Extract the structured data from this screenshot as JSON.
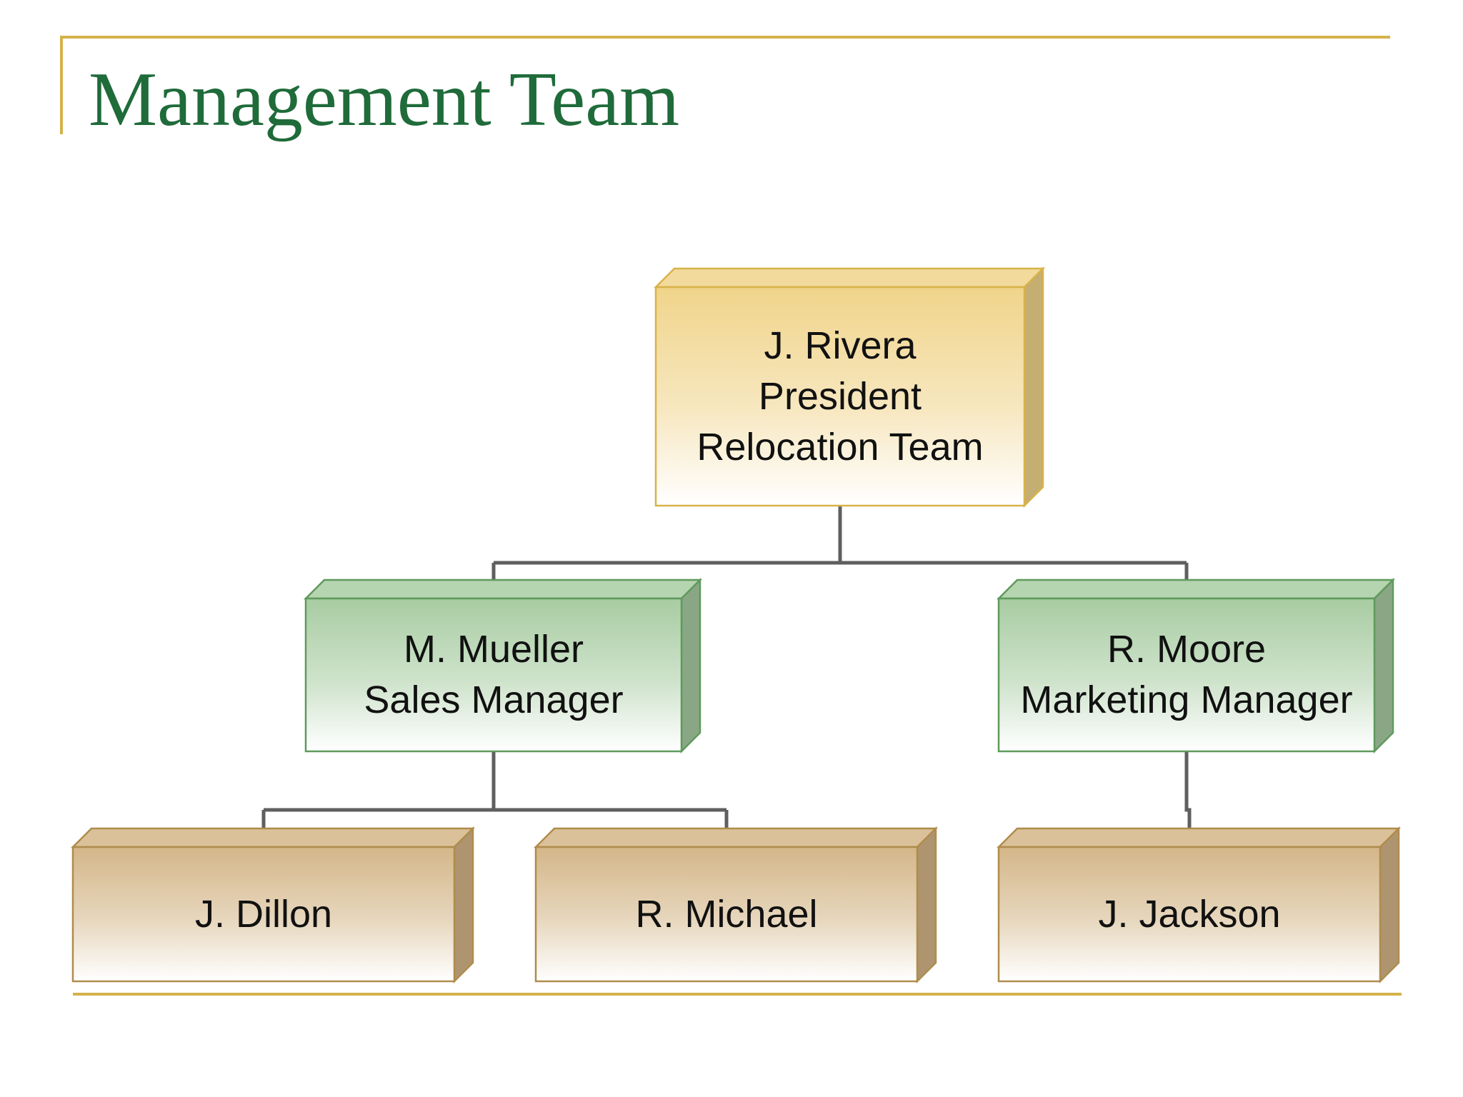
{
  "slide": {
    "title": "Management Team"
  },
  "org_chart": {
    "nodes": [
      {
        "id": "rivera",
        "lines": [
          "J. Rivera",
          "President",
          "Relocation Team"
        ],
        "level": "top"
      },
      {
        "id": "mueller",
        "lines": [
          "M. Mueller",
          "Sales Manager"
        ],
        "level": "middle"
      },
      {
        "id": "moore",
        "lines": [
          "R. Moore",
          "Marketing Manager"
        ],
        "level": "middle"
      },
      {
        "id": "dillon",
        "lines": [
          "J. Dillon"
        ],
        "level": "bottom"
      },
      {
        "id": "michael",
        "lines": [
          "R. Michael"
        ],
        "level": "bottom"
      },
      {
        "id": "jackson",
        "lines": [
          "J. Jackson"
        ],
        "level": "bottom"
      }
    ],
    "edges": [
      {
        "from": "rivera",
        "to": "mueller"
      },
      {
        "from": "rivera",
        "to": "moore"
      },
      {
        "from": "mueller",
        "to": "dillon"
      },
      {
        "from": "mueller",
        "to": "michael"
      },
      {
        "from": "moore",
        "to": "jackson"
      }
    ]
  },
  "colors": {
    "title": "#1f6b3a",
    "rule": "#d4b24a",
    "connector": "#5f5f5f",
    "top_fill": "#f0d48a",
    "top_border": "#d8b24a",
    "middle_fill": "#a8cca2",
    "middle_border": "#5f9a5c",
    "bottom_fill": "#d4b688",
    "bottom_border": "#b08c4c"
  }
}
